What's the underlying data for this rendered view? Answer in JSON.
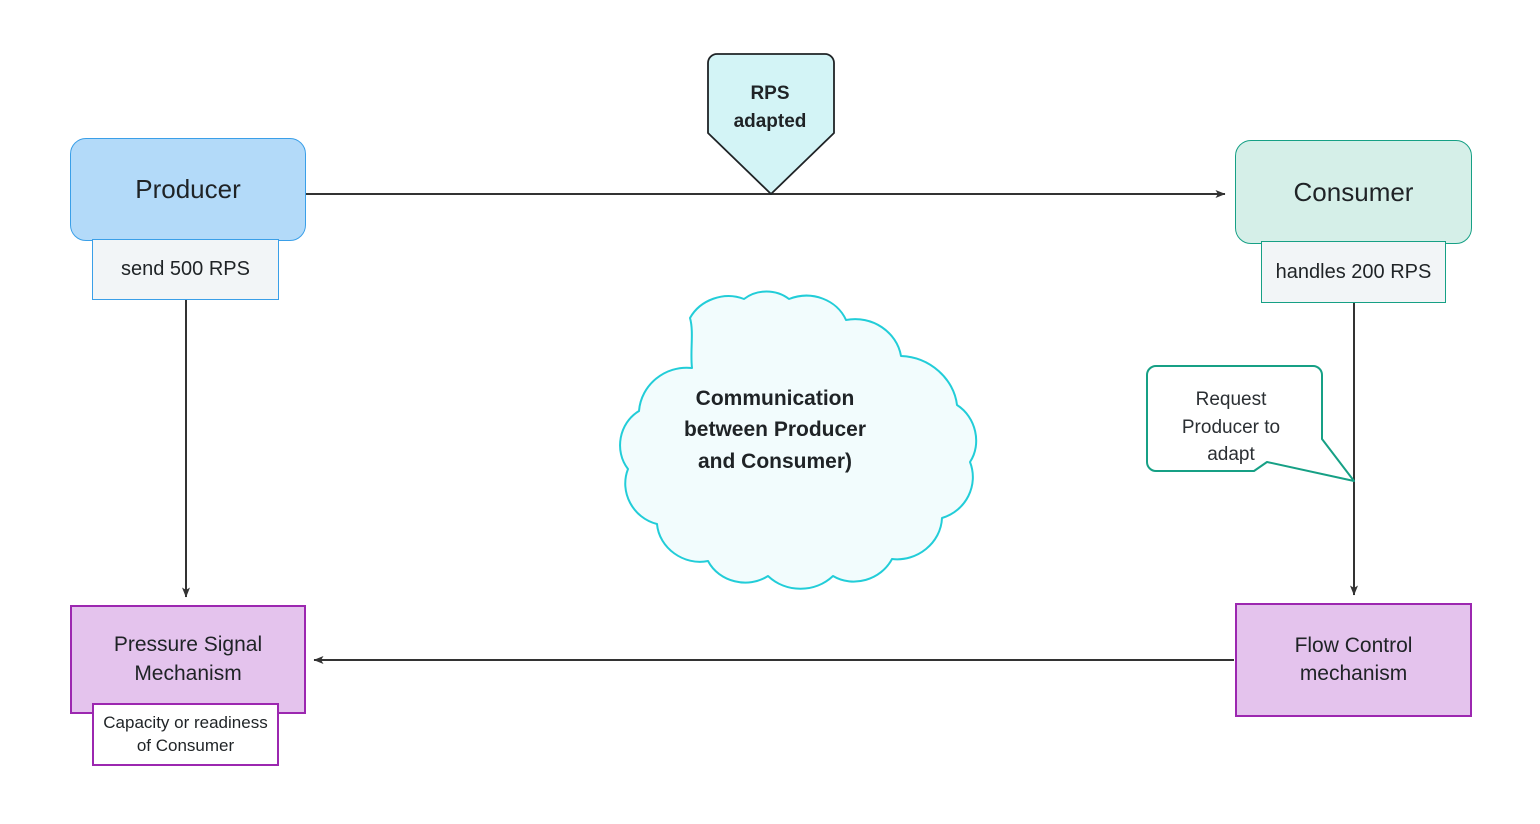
{
  "diagram": {
    "title": "Producer Consumer Backpressure Flow",
    "background": "#ffffff"
  },
  "nodes": {
    "producer": {
      "label": "Producer",
      "fill": "#b3daf9",
      "stroke": "#3a9fe8",
      "shape": "rounded-rectangle"
    },
    "producer_rate": {
      "label": "send 500 RPS",
      "fill": "#f2f5f7",
      "stroke": "#3a9fe8",
      "shape": "rectangle"
    },
    "consumer": {
      "label": "Consumer",
      "fill": "#d5efe8",
      "stroke": "#16a085",
      "shape": "rounded-rectangle"
    },
    "consumer_rate": {
      "label": "handles 200 RPS",
      "fill": "#f2f5f7",
      "stroke": "#16a085",
      "shape": "rectangle"
    },
    "pressure_signal": {
      "label": "Pressure Signal\nMechanism",
      "fill": "#e4c3ed",
      "stroke": "#9c27b0",
      "shape": "rectangle"
    },
    "pressure_signal_note": {
      "label": "Capacity or readiness\nof Consumer",
      "fill": "#ffffff",
      "stroke": "#9c27b0",
      "shape": "rectangle"
    },
    "flow_control": {
      "label": "Flow Control\nmechanism",
      "fill": "#e4c3ed",
      "stroke": "#9c27b0",
      "shape": "rectangle"
    },
    "rps_adapted": {
      "label": "RPS\nadapted",
      "fill": "#d3f4f6",
      "stroke": "#1f2326",
      "shape": "callout-pentagon"
    },
    "cloud": {
      "label": "Communication\nbetween Producer\nand Consumer)",
      "fill": "#f2fcfd",
      "stroke": "#22cdd8",
      "shape": "cloud"
    },
    "request_bubble": {
      "label": "Request\nProducer to\nadapt",
      "fill": "#ffffff",
      "stroke": "#16a085",
      "shape": "speech-bubble"
    }
  },
  "edges": [
    {
      "name": "producer-to-consumer",
      "from": "producer",
      "to": "consumer",
      "direction": "right",
      "stroke": "#333333"
    },
    {
      "name": "producer-to-pressure-signal",
      "from": "producer_rate",
      "to": "pressure_signal",
      "direction": "down",
      "stroke": "#333333"
    },
    {
      "name": "consumer-to-flow-control",
      "from": "consumer_rate",
      "to": "flow_control",
      "direction": "down",
      "stroke": "#333333"
    },
    {
      "name": "flow-control-to-pressure-signal",
      "from": "flow_control",
      "to": "pressure_signal",
      "direction": "left",
      "stroke": "#333333"
    }
  ]
}
